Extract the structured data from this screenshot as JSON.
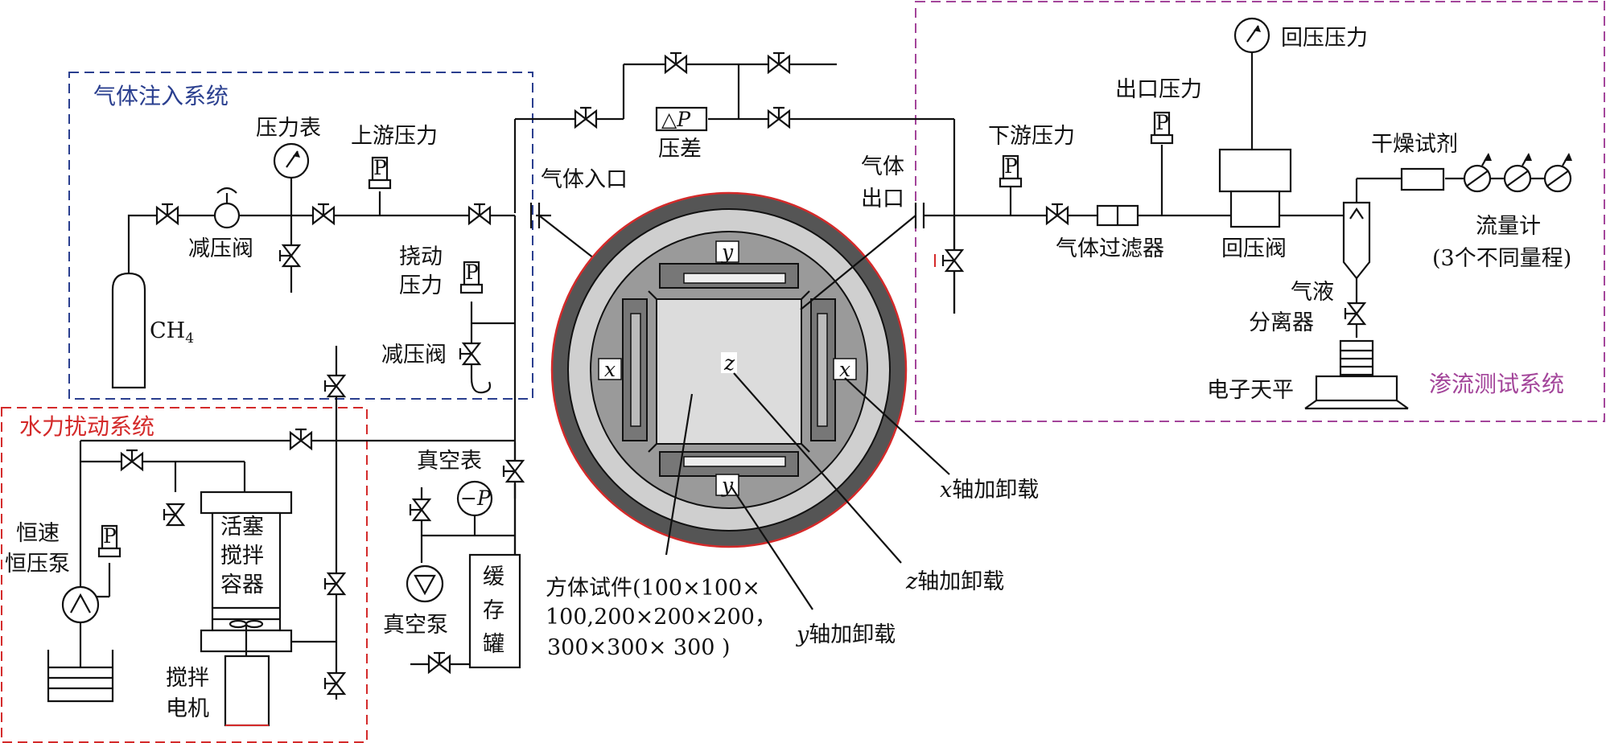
{
  "systems": {
    "gas_injection": "气体注入系统",
    "hydraulic": "水力扰动系统",
    "seepage": "渗流测试系统"
  },
  "labels": {
    "pressure_gauge": "压力表",
    "upstream_pressure": "上游压力",
    "reducing_valve_1": "减压阀",
    "ch4": "CH",
    "ch4_sub": "4",
    "disturb_pressure_1": "挠动",
    "disturb_pressure_2": "压力",
    "reducing_valve_2": "减压阀",
    "gas_inlet": "气体入口",
    "diff_symbol": "△P",
    "diff_pressure": "压差",
    "gas_outlet_1": "气体",
    "gas_outlet_2": "出口",
    "downstream_pressure": "下游压力",
    "outlet_pressure": "出口压力",
    "back_pressure": "回压压力",
    "gas_filter": "气体过滤器",
    "back_pressure_valve": "回压阀",
    "drying_agent": "干燥试剂",
    "flowmeter": "流量计",
    "flowmeter_note": "(3个不同量程)",
    "separator_1": "气液",
    "separator_2": "分离器",
    "balance": "电子天平",
    "pump_1": "恒速",
    "pump_2": "恒压泵",
    "piston_1": "活塞",
    "piston_2": "搅拌",
    "piston_3": "容器",
    "motor_1": "搅拌",
    "motor_2": "电机",
    "vacuum_gauge": "真空表",
    "vacuum_symbol": "−P",
    "vacuum_pump": "真空泵",
    "buffer_1": "缓",
    "buffer_2": "存",
    "buffer_3": "罐",
    "specimen_1": "方体试件(100×100×",
    "specimen_2": "100,200×200×200，",
    "specimen_3": "300×300× 300 )",
    "x_axis": "x",
    "y_axis": "y",
    "z_axis": "z",
    "axis_load": "轴加卸载",
    "gauge_p": "P"
  },
  "colors": {
    "blue_box": "#2a3f8f",
    "red_box": "#d42a2a",
    "purple_box": "#a3459a",
    "outer_ring": "#555555",
    "light_ring": "#cfcfcf",
    "mid_ring": "#9a9a9a",
    "specimen": "#dcdcdc"
  }
}
